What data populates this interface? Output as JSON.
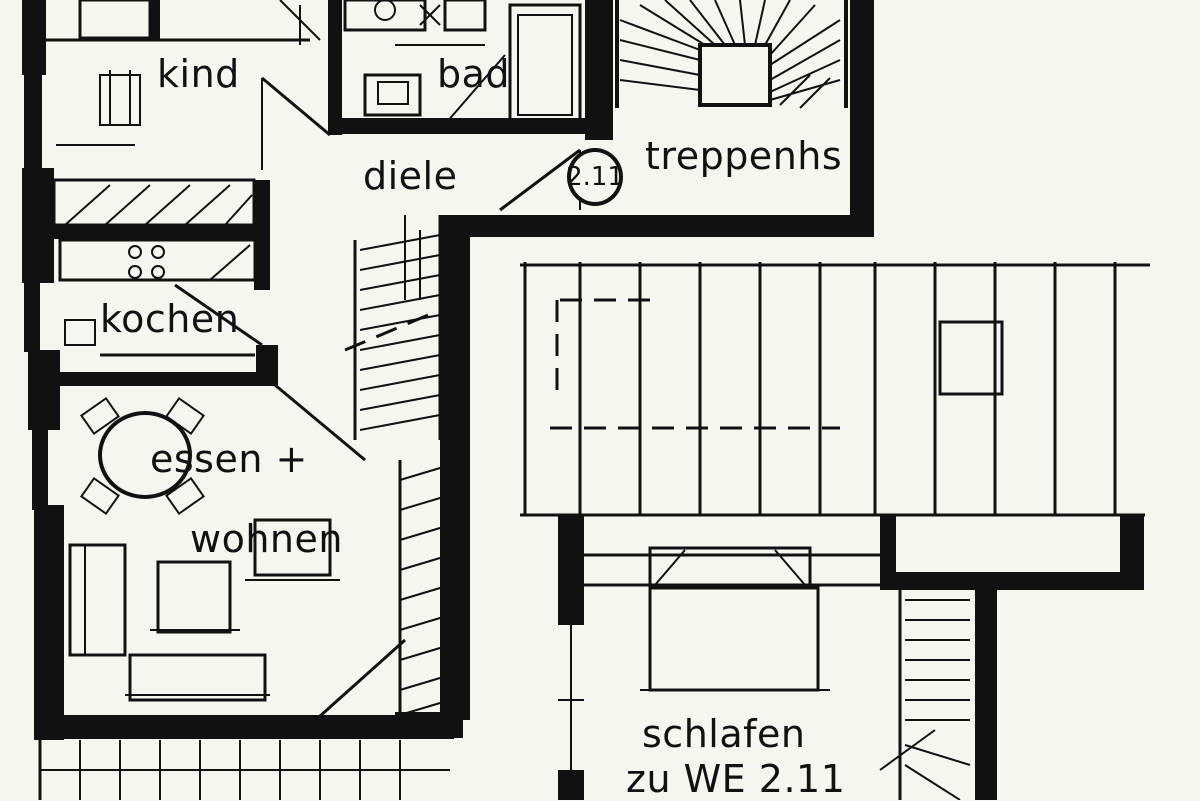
{
  "floorplan": {
    "unit_badge": "2.11",
    "rooms": {
      "kind": "kind",
      "bad": "bad",
      "diele": "diele",
      "treppenhaus": "treppenhs",
      "kochen": "kochen",
      "essen": "essen +",
      "wohnen": "wohnen",
      "schlafen": "schlafen",
      "schlafen_note": "zu WE 2.11"
    },
    "colors": {
      "paper": "#f6f6f1",
      "ink": "#111111"
    }
  }
}
